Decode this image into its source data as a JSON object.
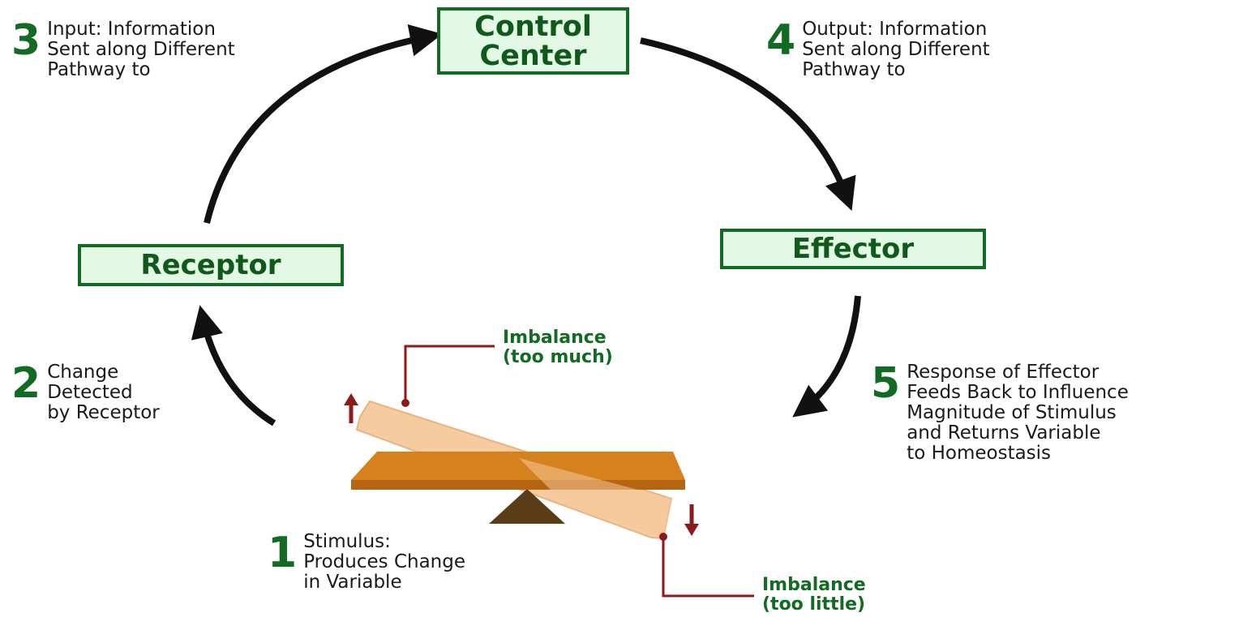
{
  "nodes": {
    "control_center": "Control\nCenter",
    "receptor": "Receptor",
    "effector": "Effector"
  },
  "steps": [
    {
      "number": "1",
      "text": "Stimulus:\nProduces Change\nin Variable"
    },
    {
      "number": "2",
      "text": "Change\nDetected\nby Receptor"
    },
    {
      "number": "3",
      "text": "Input: Information\nSent along Different\nPathway to"
    },
    {
      "number": "4",
      "text": "Output: Information\nSent along Different\nPathway to"
    },
    {
      "number": "5",
      "text": "Response of Effector\nFeeds Back to Influence\nMagnitude of Stimulus\nand Returns Variable\nto Homeostasis"
    }
  ],
  "imbalance": {
    "too_much": "Imbalance\n(too much)",
    "too_little": "Imbalance\n(too little)"
  },
  "colors": {
    "box_fill": "#e4f8e6",
    "box_border": "#126b22",
    "number_green": "#126b22",
    "arrow": "#111111",
    "marker_red": "#8b1a1a",
    "board": "#d5821e",
    "board_tilted": "#f5c99a",
    "fulcrum": "#5a3d17"
  },
  "icons": [
    "curved-arrow-icon",
    "up-arrow-icon",
    "down-arrow-icon",
    "seesaw-icon"
  ]
}
